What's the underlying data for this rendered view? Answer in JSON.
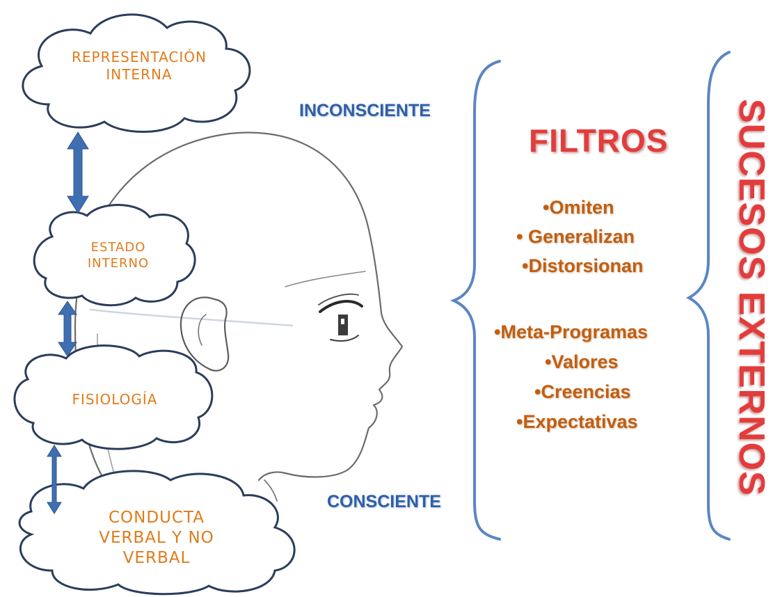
{
  "clouds": {
    "representacion": [
      "REPRESENTACIÓN",
      "INTERNA"
    ],
    "estado": [
      "ESTADO",
      "INTERNO"
    ],
    "fisiologia": [
      "FISIOLOGÍA"
    ],
    "conducta": [
      "CONDUCTA",
      "VERBAL Y NO",
      "VERBAL"
    ]
  },
  "labels": {
    "inconsciente": "INCONSCIENTE",
    "consciente": "CONSCIENTE"
  },
  "filtros": {
    "title": "FILTROS",
    "group1": [
      "•Omiten",
      "• Generalizan",
      "•Distorsionan"
    ],
    "group2": [
      "•Meta-Programas",
      "•Valores",
      "•Creencias",
      "•Expectativas"
    ]
  },
  "sucesos": "SUCESOS EXTERNOS",
  "colors": {
    "cloud_text": "#e07b1a",
    "arrow": "#3f6fb0",
    "blue_label": "#2e5fa8",
    "red_title": "#e23c3c",
    "filter_item": "#c25e10",
    "brace": "#5b86c4"
  }
}
